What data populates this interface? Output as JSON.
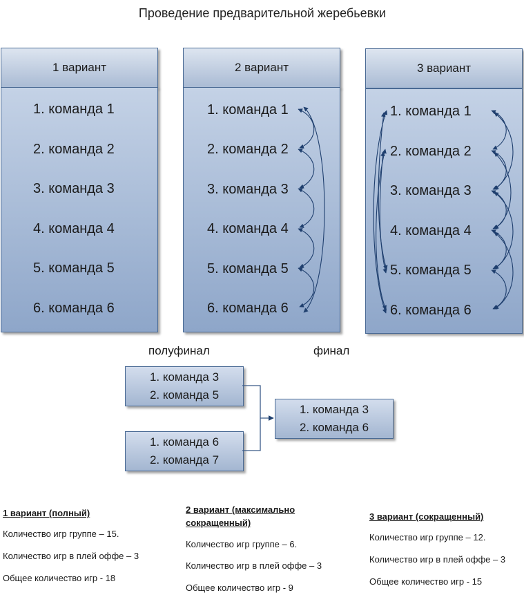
{
  "title": "Проведение предварительной жеребьевки",
  "variants": [
    {
      "header": "1 вариант",
      "teams": [
        "1. команда 1",
        "2. команда 2",
        "3. команда 3",
        "4. команда 4",
        "5. команда 5",
        "6. команда 6"
      ]
    },
    {
      "header": "2 вариант",
      "teams": [
        "1. команда 1",
        "2. команда 2",
        "3. команда 3",
        "4. команда 4",
        "5. команда 5",
        "6. команда 6"
      ]
    },
    {
      "header": "3 вариант",
      "teams": [
        "1. команда 1",
        "2. команда 2",
        "3. команда 3",
        "4. команда 4",
        "5. команда 5",
        "6. команда 6"
      ]
    }
  ],
  "playoff": {
    "semifinal_label": "полуфинал",
    "final_label": "финал",
    "semifinal_1": [
      "1. команда 3",
      "2. команда 5"
    ],
    "semifinal_2": [
      "1. команда 6",
      "2. команда 7"
    ],
    "final": [
      "1. команда 3",
      "2. команда 6"
    ]
  },
  "summaries": [
    {
      "title": "1 вариант (полный)",
      "lines": [
        "Количество игр группе – 15.",
        "Количество игр в плей оффе – 3",
        "Общее количество игр - 18"
      ]
    },
    {
      "title": "2 вариант (максимально сокращенный)",
      "lines": [
        "Количество игр группе – 6.",
        "Количество игр в плей оффе – 3",
        "Общее количество игр - 9"
      ]
    },
    {
      "title": "3 вариант (сокращенный)",
      "lines": [
        "Количество игр группе – 12.",
        "Количество игр в плей оффе – 3",
        "Общее количество игр - 15"
      ]
    }
  ],
  "colors": {
    "box_border": "#4a6a94",
    "arrow": "#1f3f6e",
    "line": "#3a5a88"
  }
}
